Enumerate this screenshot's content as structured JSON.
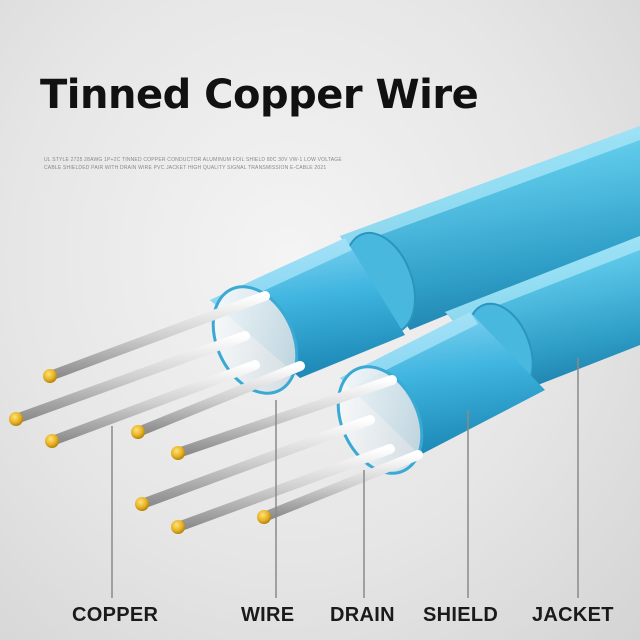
{
  "title": "Tinned Copper Wire",
  "fine_print": [
    "UL STYLE 2725 28AWG 1P+2C TINNED COPPER CONDUCTOR ALUMINUM FOIL SHIELD 80C 30V VW-1 LOW VOLTAGE",
    "CABLE SHIELDED PAIR WITH DRAIN WIRE PVC JACKET HIGH QUALITY SIGNAL TRANSMISSION E-CABLE 2021"
  ],
  "labels": {
    "copper": "COPPER",
    "wire": "WIRE",
    "drain": "DRAIN",
    "shield": "SHIELD",
    "jacket": "JACKET"
  },
  "colors": {
    "jacket": "#5cc7e8",
    "jacket_dark": "#2f9fc8",
    "shield": "#3fb5e0",
    "conductor": "#d6d6d6",
    "tip": "#e6b020",
    "leader_line": "#8a8a8a"
  }
}
